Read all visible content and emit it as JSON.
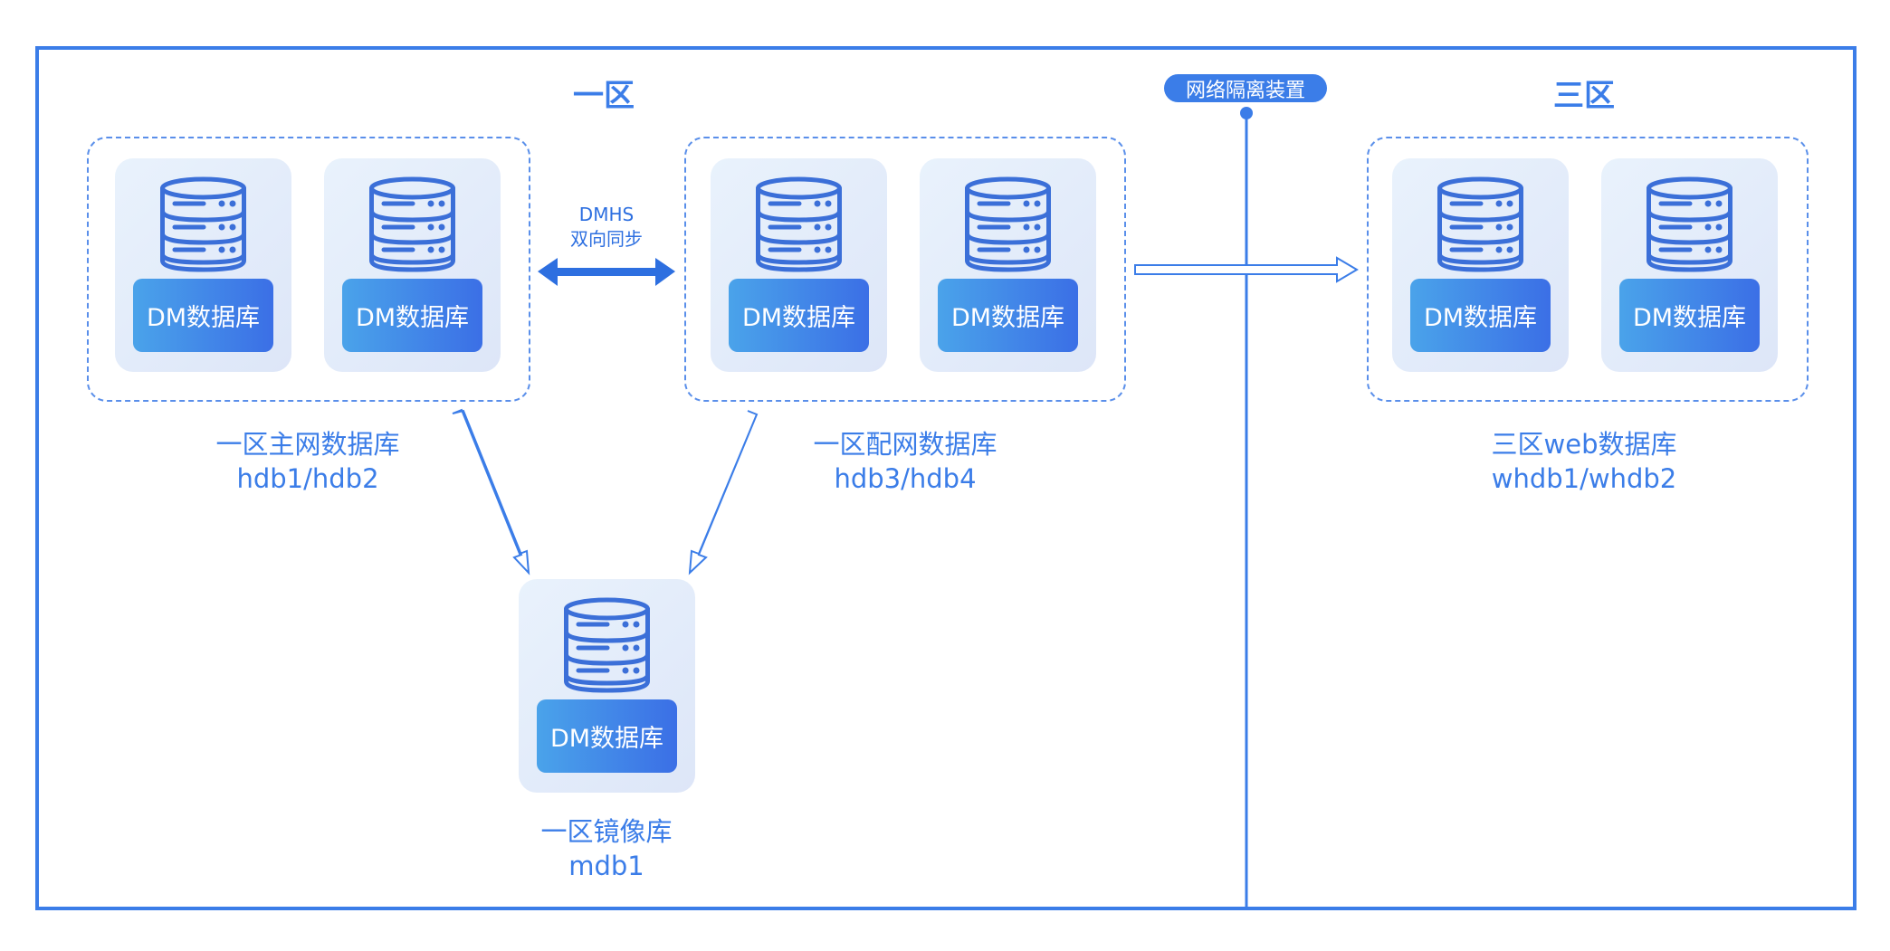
{
  "zones": [
    {
      "id": "zone1",
      "title": "一区"
    },
    {
      "id": "zone3",
      "title": "三区"
    }
  ],
  "isolation_device": {
    "label": "网络隔离装置"
  },
  "sync": {
    "line1": "DMHS",
    "line2": "双向同步"
  },
  "db_label": "DM数据库",
  "groups": [
    {
      "id": "main",
      "caption_line1": "一区主网数据库",
      "caption_line2": "hdb1/hdb2"
    },
    {
      "id": "dist",
      "caption_line1": "一区配网数据库",
      "caption_line2": "hdb3/hdb4"
    },
    {
      "id": "web",
      "caption_line1": "三区web数据库",
      "caption_line2": "whdb1/whdb2"
    },
    {
      "id": "mirror",
      "caption_line1": "一区镜像库",
      "caption_line2": "mdb1"
    }
  ],
  "colors": {
    "accent": "#3b7de8",
    "card_bg": "#e4edfa",
    "label_start": "#4aa3ea",
    "label_end": "#3b6fe6"
  },
  "icons": [
    "database-icon"
  ]
}
